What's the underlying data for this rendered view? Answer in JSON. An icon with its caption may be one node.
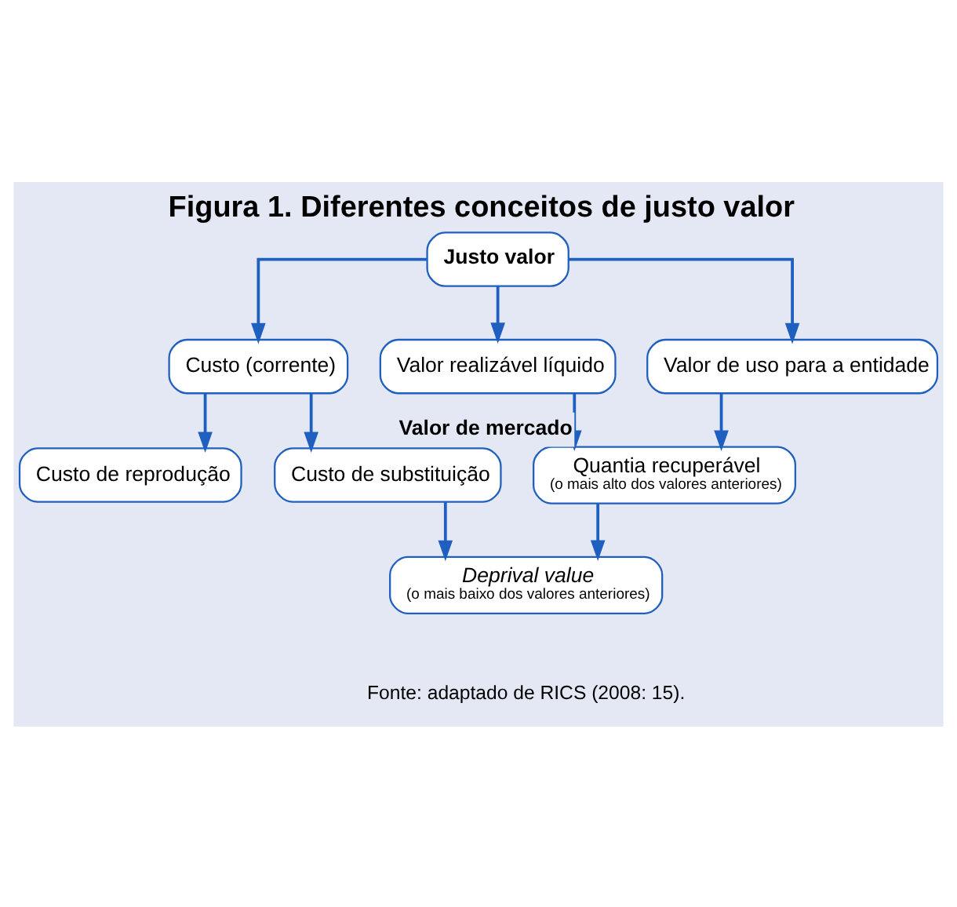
{
  "diagram": {
    "title": "Figura 1. Diferentes conceitos de justo valor",
    "caption": "Fonte: adaptado de RICS (2008: 15).",
    "nodes": [
      {
        "text": [
          "Justo valor"
        ]
      },
      {
        "text": [
          "Custo (corrente)"
        ]
      },
      {
        "text": [
          "Valor realizável líquido"
        ]
      },
      {
        "text": [
          "Valor de uso para a entidade"
        ]
      },
      {
        "text": [
          "Custo de reprodução"
        ]
      },
      {
        "text": [
          "Custo de substituição"
        ]
      },
      {
        "text": [
          "Quantia recuperável",
          "(o mais alto dos valores anteriores)"
        ]
      },
      {
        "text": [
          "Deprival value",
          "(o mais baixo dos valores anteriores)"
        ]
      }
    ],
    "edges": [
      {
        "from": 0,
        "to": 1,
        "arrow": "to"
      },
      {
        "from": 0,
        "to": 2,
        "arrow": "to"
      },
      {
        "from": 0,
        "to": 3,
        "arrow": "to"
      },
      {
        "from": 1,
        "to": 4,
        "arrow": "to"
      },
      {
        "from": 1,
        "to": 5,
        "arrow": "to"
      },
      {
        "from": 2,
        "to": 6,
        "arrow": "to",
        "label": "Valor de mercado"
      },
      {
        "from": 3,
        "to": 6,
        "arrow": "to"
      },
      {
        "from": 5,
        "to": 7,
        "arrow": "to"
      },
      {
        "from": 6,
        "to": 7,
        "arrow": "to"
      }
    ]
  }
}
